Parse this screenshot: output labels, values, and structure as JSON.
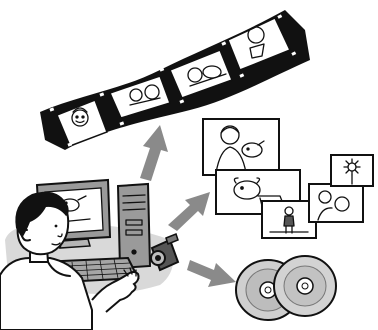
{
  "scene": {
    "colors": {
      "ink": "#111111",
      "paper": "#ffffff",
      "shade": "#bdbdbd",
      "light_shade": "#d9d9d9",
      "arrow": "#8a8a8a"
    },
    "icons": [
      "person-at-computer",
      "desktop-computer",
      "camcorder",
      "film-strip",
      "photo-prints",
      "optical-discs",
      "arrow-icon"
    ]
  }
}
